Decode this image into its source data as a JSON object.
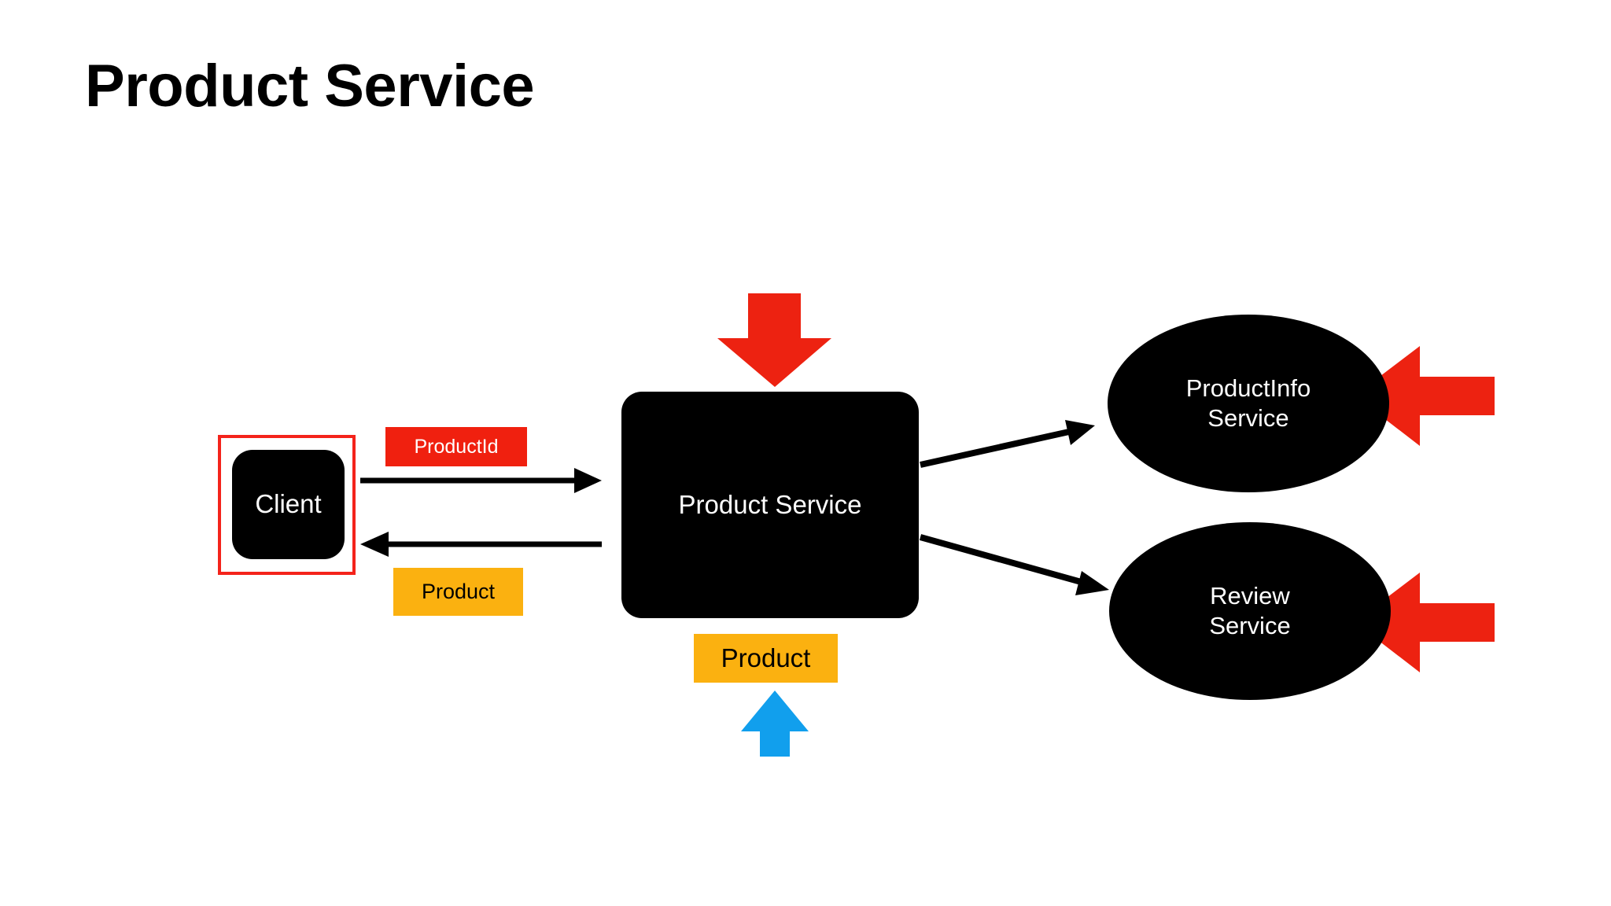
{
  "page": {
    "title": "Product Service",
    "background": "#FFFFFF"
  },
  "colors": {
    "node_fill": "#000000",
    "node_text": "#FFFFFF",
    "highlight_red": "#F4231B",
    "label_red": "#F0200F",
    "label_orange": "#FBB110",
    "arrow_red": "#ED2211",
    "arrow_blue": "#119FED",
    "arrow_black": "#000000"
  },
  "nodes": {
    "client": {
      "label": "Client",
      "shape": "rounded-rect",
      "highlighted": true
    },
    "product_service": {
      "label": "Product Service",
      "shape": "rounded-rect"
    },
    "productinfo_service": {
      "line1": "ProductInfo",
      "line2": "Service",
      "shape": "ellipse"
    },
    "review_service": {
      "line1": "Review",
      "line2": "Service",
      "shape": "ellipse"
    }
  },
  "labels": {
    "request": "ProductId",
    "response": "Product",
    "aggregate": "Product"
  },
  "arrows": {
    "client_to_service": "arrow-right-icon",
    "service_to_client": "arrow-left-icon",
    "service_to_productinfo": "arrow-diagonal-up-right-icon",
    "service_to_review": "arrow-diagonal-down-right-icon",
    "incoming_request": "arrow-down-icon",
    "outgoing_product": "arrow-up-icon",
    "productinfo_input": "arrow-left-icon",
    "review_input": "arrow-left-icon"
  }
}
